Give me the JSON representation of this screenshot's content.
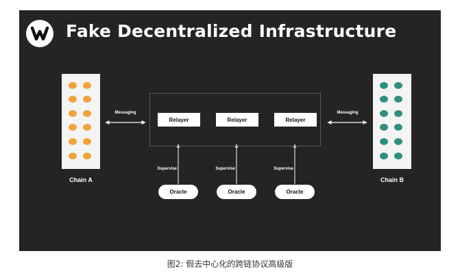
{
  "title": "Fake Decentralized Infrastructure",
  "logo_icon": "w-circle-logo",
  "chain_a": {
    "label": "Chain A",
    "color": "#f0a33a"
  },
  "chain_b": {
    "label": "Chain B",
    "color": "#2f8f80"
  },
  "messaging_left": "Messaging",
  "messaging_right": "Messaging",
  "relayers": [
    "Relayer",
    "Relayer",
    "Relayer"
  ],
  "supervise": [
    "Supervise",
    "Supervise",
    "Supervise"
  ],
  "oracles": [
    "Oracle",
    "Oracle",
    "Oracle"
  ],
  "caption": "图2: 假去中心化的跨链协议高级版"
}
